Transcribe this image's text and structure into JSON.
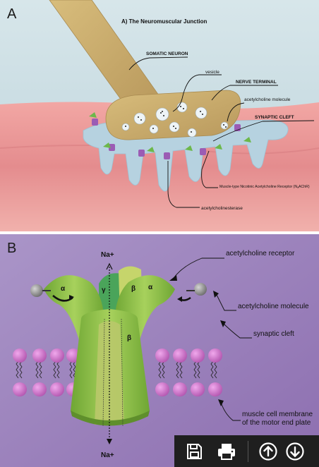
{
  "panel_a": {
    "letter": "A",
    "title": "A) The Neuromuscular Junction",
    "labels": {
      "somatic_neuron": "SOMATIC NEURON",
      "vesicle": "vesicle",
      "nerve_terminal": "NERVE TERMINAL",
      "acetylcholine_molecule": "acetylcholine molecule",
      "synaptic_cleft": "SYNAPTIC CLEFT",
      "receptor": "Muscle-type Nicotinic Acetylcholine Receptor (NₐAChR)",
      "acetylcholinesterase": "acetylcholinesterase"
    }
  },
  "panel_b": {
    "letter": "B",
    "labels": {
      "na_top": "Na+",
      "na_bottom": "Na+",
      "acetylcholine_receptor": "acetylcholine receptor",
      "acetylcholine_molecule": "acetylcholine molecule",
      "synaptic_cleft": "synaptic cleft",
      "membrane_line1": "muscle cell membrane",
      "membrane_line2": "of the motor end plate"
    },
    "subunits": {
      "alpha_left": "α",
      "gamma": "γ",
      "beta_top": "β",
      "alpha_right": "α",
      "beta_front": "β"
    }
  },
  "toolbar": {
    "icons": [
      "save-icon",
      "print-icon",
      "arrow-up-icon",
      "arrow-down-icon"
    ]
  },
  "colors": {
    "panel_a_bg": "#c9dde3",
    "muscle": "#e89a9a",
    "neuron": "#c4a86a",
    "cleft_folds": "#b6d2e0",
    "panel_b_bg": "#9a7fb8",
    "receptor_green": "#8cbf46",
    "lipid_head": "#c66ac2",
    "toolbar_bg": "#1f1f1f"
  }
}
